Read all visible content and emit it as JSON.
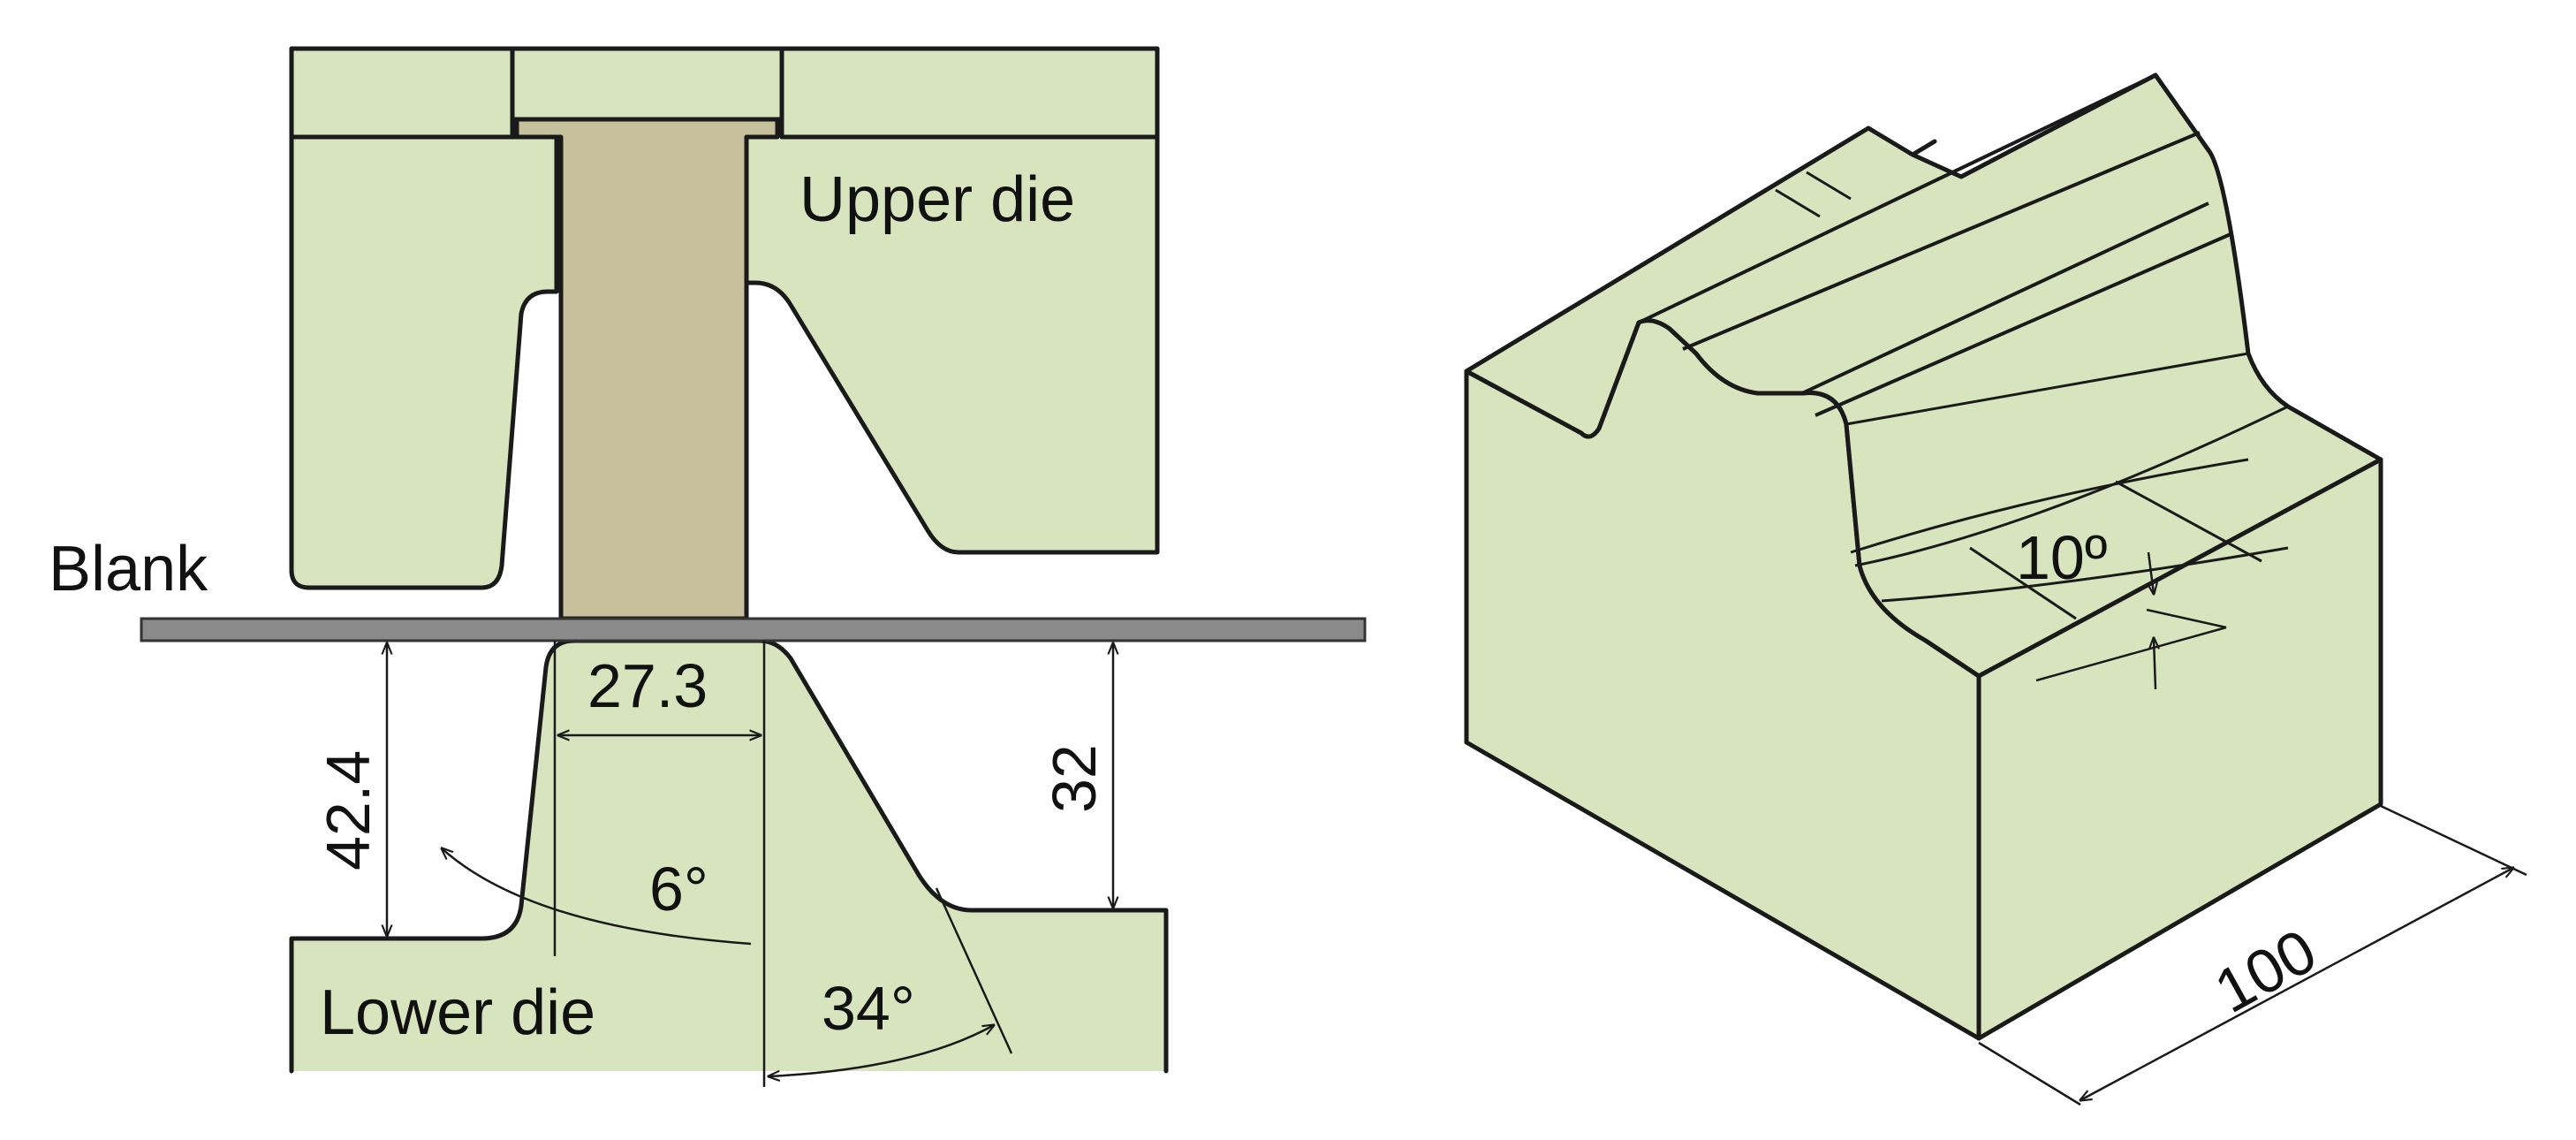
{
  "colors": {
    "die_fill": "#d8e4bd",
    "punch_fill": "#c6c09d",
    "blank_fill": "#8a8a8a",
    "line": "#1a1a1a"
  },
  "labels": {
    "upper_die": "Upper die",
    "lower_die": "Lower die",
    "blank": "Blank"
  },
  "dimensions": {
    "punch_width": "27.3",
    "left_height": "42.4",
    "right_height": "32",
    "draft_angle": "6°",
    "slope_angle": "34°",
    "iso_angle": "10º",
    "iso_length": "100"
  }
}
